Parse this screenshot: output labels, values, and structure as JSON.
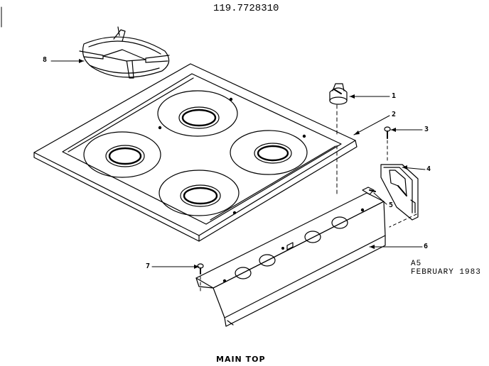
{
  "header": {
    "model_number": "119.7728310"
  },
  "callouts": {
    "c1": "1",
    "c2": "2",
    "c3": "3",
    "c4": "4",
    "c5": "5",
    "c6": "6",
    "c7": "7",
    "c8": "8"
  },
  "revision": {
    "code": "A5",
    "date": "FEBRUARY 1983"
  },
  "caption": "MAIN TOP"
}
